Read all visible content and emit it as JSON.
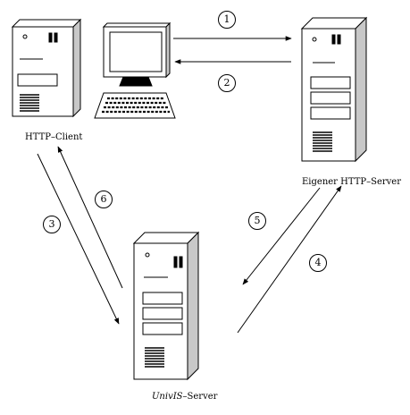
{
  "labels": {
    "client": "HTTP–Client",
    "own_server": "Eigener HTTP–Server",
    "univis_prefix": "UnivIS",
    "univis_suffix": "–Server"
  },
  "steps": [
    "1",
    "2",
    "3",
    "4",
    "5",
    "6"
  ],
  "icons": [
    "server-tower-icon",
    "monitor-icon",
    "keyboard-icon"
  ]
}
